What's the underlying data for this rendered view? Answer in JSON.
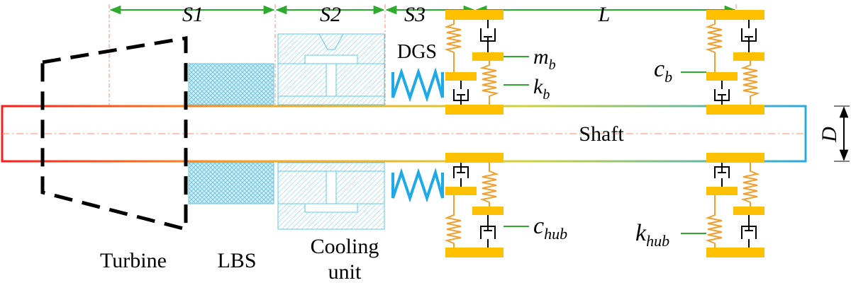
{
  "dimensions": {
    "s1": "S1",
    "s2": "S2",
    "s3": "S3",
    "l": "L",
    "d": "D"
  },
  "labels": {
    "dgs": "DGS",
    "shaft": "Shaft",
    "turbine": "Turbine",
    "lbs": "LBS",
    "cooling_line1": "Cooling",
    "cooling_line2": "unit"
  },
  "parameters": {
    "mb": {
      "main": "m",
      "sub": "b"
    },
    "kb": {
      "main": "k",
      "sub": "b"
    },
    "cb": {
      "main": "c",
      "sub": "b"
    },
    "chub": {
      "main": "c",
      "sub": "hub"
    },
    "khub": {
      "main": "k",
      "sub": "hub"
    }
  },
  "colors": {
    "arrow": "#2eaa2e",
    "centerline": "#ff8a70",
    "support_block": "#ffc000",
    "spring_orange": "#f0a030",
    "dgs_spring": "#1ea9e8",
    "lbs_fill": "#b9e4ec",
    "cooling_line": "#5cc8e8",
    "shaft_left": "#ff1a1a",
    "shaft_mid": "#cfd23a",
    "shaft_right": "#2aa8e0",
    "turbine": "#000000"
  }
}
